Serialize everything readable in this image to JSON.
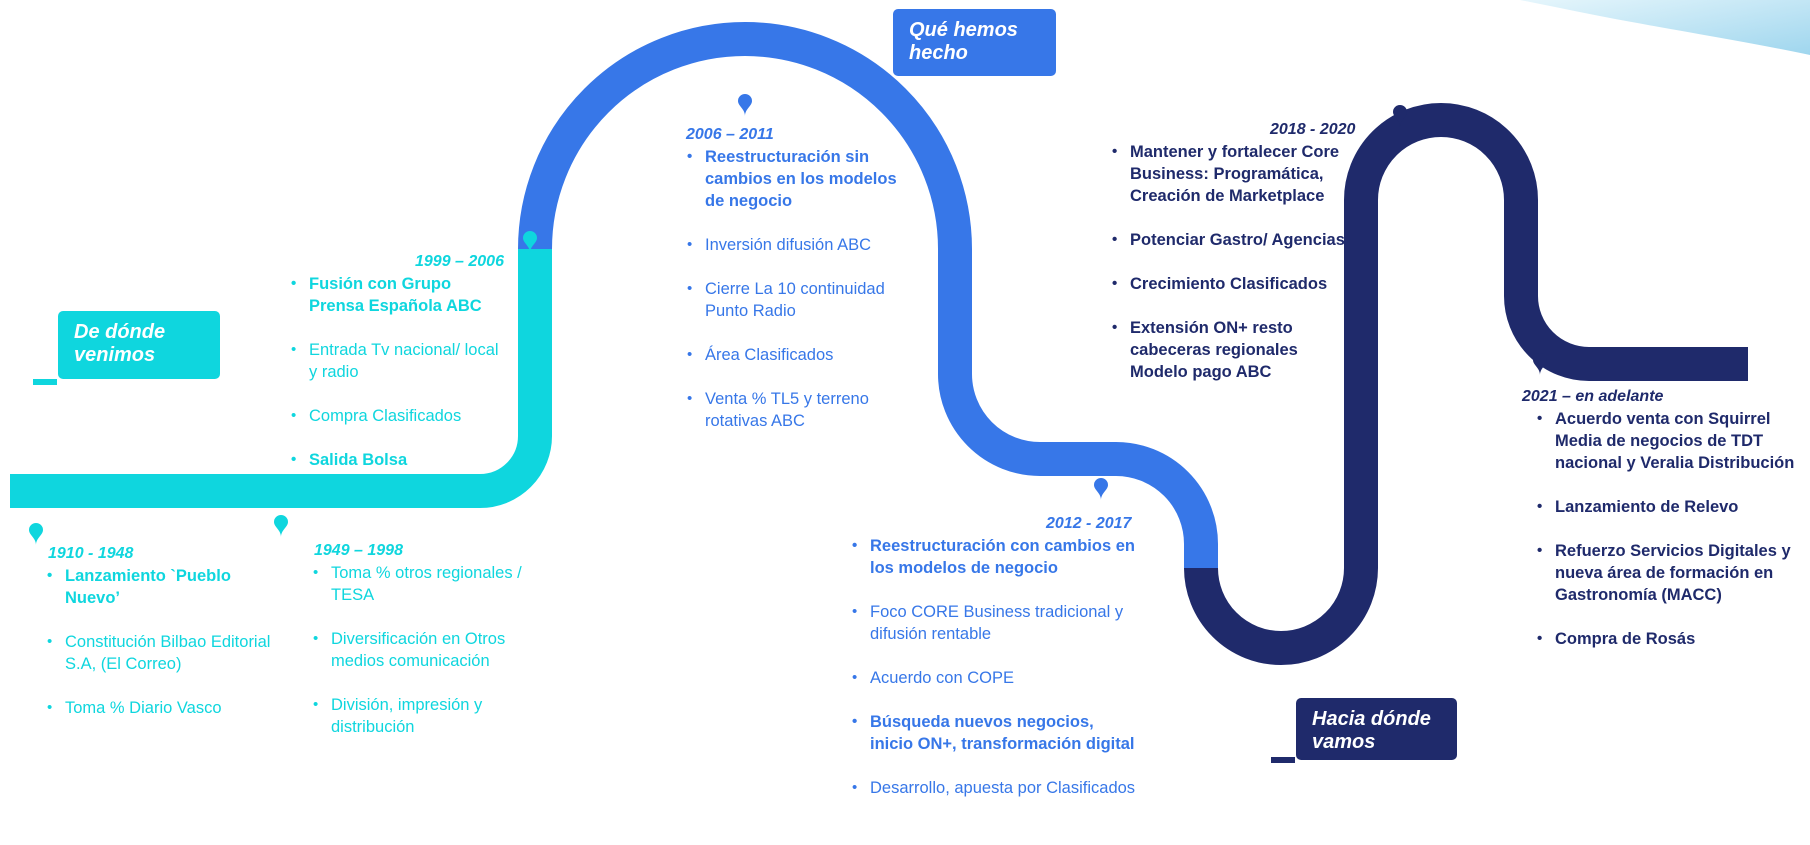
{
  "colors": {
    "cyan": "#0fd6de",
    "blue": "#3777e8",
    "navy": "#1f2a6b",
    "swoosh": "#bfe6f5"
  },
  "labels": {
    "origin": "De dónde venimos",
    "done": "Qué hemos hecho",
    "future": "Hacia dónde vamos"
  },
  "milestones": [
    {
      "period": "1910 - 1948",
      "items": [
        {
          "text": "Lanzamiento `Pueblo Nuevo’",
          "bold": true
        },
        {
          "text": "Constitución Bilbao Editorial S.A, (El Correo)",
          "bold": false
        },
        {
          "text": "Toma % Diario Vasco",
          "bold": false
        }
      ]
    },
    {
      "period": "1949 – 1998",
      "items": [
        {
          "text": "Toma % otros regionales / TESA",
          "bold": false
        },
        {
          "text": "Diversificación en Otros medios comunicación",
          "bold": false
        },
        {
          "text": "División, impresión y distribución",
          "bold": false
        }
      ]
    },
    {
      "period": "1999 – 2006",
      "items": [
        {
          "text": "Fusión con Grupo Prensa Española ABC",
          "bold": true
        },
        {
          "text": "Entrada Tv nacional/ local y radio",
          "bold": false
        },
        {
          "text": "Compra Clasificados",
          "bold": false
        },
        {
          "text": "Salida Bolsa",
          "bold": true
        }
      ]
    },
    {
      "period": "2006 – 2011",
      "items": [
        {
          "text": "Reestructuración sin cambios en los modelos de negocio",
          "bold": true
        },
        {
          "text": "Inversión difusión ABC",
          "bold": false
        },
        {
          "text": "Cierre La 10 continuidad Punto Radio",
          "bold": false
        },
        {
          "text": "Área Clasificados",
          "bold": false
        },
        {
          "text": "Venta % TL5 y terreno rotativas ABC",
          "bold": false
        }
      ]
    },
    {
      "period": "2012 - 2017",
      "items": [
        {
          "text": "Reestructuración con cambios en los modelos de negocio",
          "bold": true
        },
        {
          "text": "Foco CORE Business tradicional y difusión rentable",
          "bold": false
        },
        {
          "text": "Acuerdo con COPE",
          "bold": false
        },
        {
          "text": "Búsqueda nuevos negocios, inicio ON+, transformación digital",
          "bold": true
        },
        {
          "text": "Desarrollo, apuesta por Clasificados",
          "bold": false
        }
      ]
    },
    {
      "period": "2018 - 2020",
      "items": [
        {
          "text": "Mantener y fortalecer Core Business: Programática, Creación de Marketplace",
          "bold": true
        },
        {
          "text": "Potenciar Gastro/ Agencias",
          "bold": true
        },
        {
          "text": "Crecimiento Clasificados",
          "bold": true
        },
        {
          "text": "Extensión ON+ resto cabeceras regionales Modelo pago ABC",
          "bold": true
        }
      ]
    },
    {
      "period": "2021 – en adelante",
      "items": [
        {
          "text": "Acuerdo venta con Squirrel Media de negocios de TDT nacional y Veralia Distribución",
          "bold": true
        },
        {
          "text": "Lanzamiento de Relevo",
          "bold": true
        },
        {
          "text": "Refuerzo Servicios Digitales y nueva área de formación en Gastronomía (MACC)",
          "bold": true
        },
        {
          "text": "Compra de Rosás",
          "bold": true
        }
      ]
    }
  ]
}
